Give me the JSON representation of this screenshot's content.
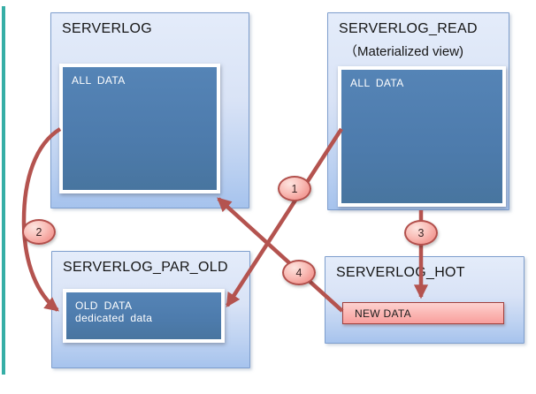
{
  "diagram": {
    "boxes": [
      {
        "title": "SERVERLOG",
        "data_label": "ALL DATA"
      },
      {
        "title": "SERVERLOG_READ",
        "subtitle": "（Materialized view)",
        "data_label": "ALL DATA"
      },
      {
        "title": "SERVERLOG_PAR_OLD",
        "data_lines": [
          "OLD DATA",
          "dedicated data"
        ]
      },
      {
        "title": "SERVERLOG_HOT",
        "data_label": "NEW DATA"
      }
    ],
    "step_badges": [
      {
        "label": "1"
      },
      {
        "label": "2"
      },
      {
        "label": "3"
      },
      {
        "label": "4"
      }
    ],
    "colors": {
      "accent_stripe": "#36aea6",
      "box_border": "#7e9ecd",
      "box_fill_top": "#e4ecfa",
      "box_fill_bottom": "#a6c3ed",
      "inner_panel_fill": "#4f7eae",
      "arrow": "#b4534f",
      "badge_border": "#b2504c",
      "badge_fill": "#f4a09a",
      "new_data_border": "#a03f3c",
      "new_data_fill": "#fbb5b2"
    }
  }
}
